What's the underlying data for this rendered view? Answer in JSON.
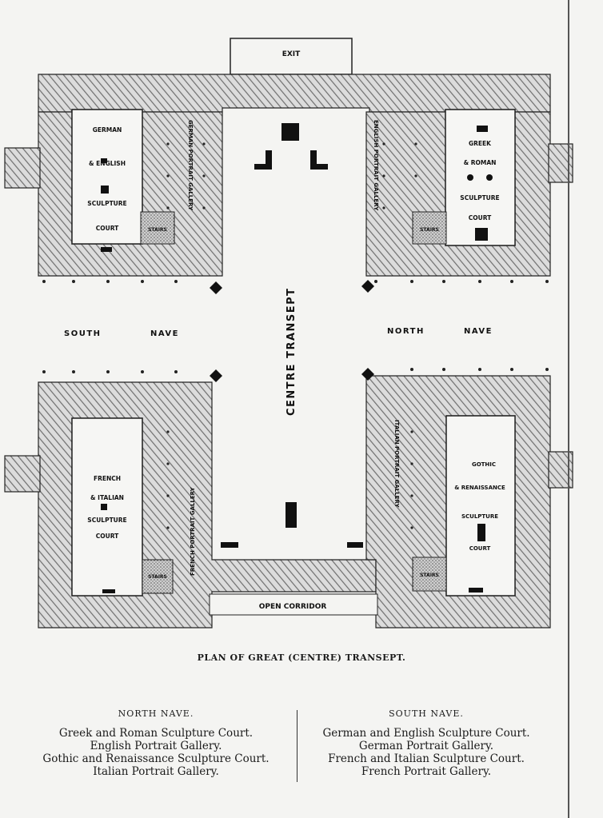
{
  "plan": {
    "exit_label": "EXIT",
    "centre_transept_label": "CENTRE TRANSEPT",
    "south_nave_label": "SOUTH",
    "south_nave_label2": "NAVE",
    "north_nave_label": "NORTH",
    "north_nave_label2": "NAVE",
    "open_corridor_label": "OPEN CORRIDOR",
    "stairs_label": "STAIRS",
    "courts": {
      "german_english": [
        "GERMAN",
        "& ENGLISH",
        "SCULPTURE",
        "COURT"
      ],
      "greek_roman": [
        "GREEK",
        "& ROMAN",
        "SCULPTURE",
        "COURT"
      ],
      "french_italian": [
        "FRENCH",
        "& ITALIAN",
        "SCULPTURE",
        "COURT"
      ],
      "gothic_renaissance": [
        "GOTHIC",
        "& RENAISSANCE",
        "SCULPTURE",
        "COURT"
      ]
    },
    "galleries": {
      "german_portrait": "GERMAN PORTRAIT GALLERY",
      "english_portrait": "ENGLISH PORTRAIT GALLERY",
      "french_portrait": "FRENCH PORTRAIT GALLERY",
      "italian_portrait": "ITALIAN PORTRAIT GALLERY"
    },
    "caption": "PLAN OF GREAT (CENTRE) TRANSEPT."
  },
  "legend": {
    "north": {
      "heading": "NORTH NAVE.",
      "items": [
        "Greek and Roman Sculpture Court.",
        "English Portrait Gallery.",
        "Gothic and Renaissance Sculpture Court.",
        "Italian Portrait Gallery."
      ]
    },
    "south": {
      "heading": "SOUTH NAVE.",
      "items": [
        "German and English Sculpture Court.",
        "German Portrait Gallery.",
        "French and Italian Sculpture Court.",
        "French Portrait Gallery."
      ]
    }
  },
  "colors": {
    "ink": "#1a1a1a",
    "paper": "#f4f4f2",
    "hatch": "#7a7a7a"
  }
}
